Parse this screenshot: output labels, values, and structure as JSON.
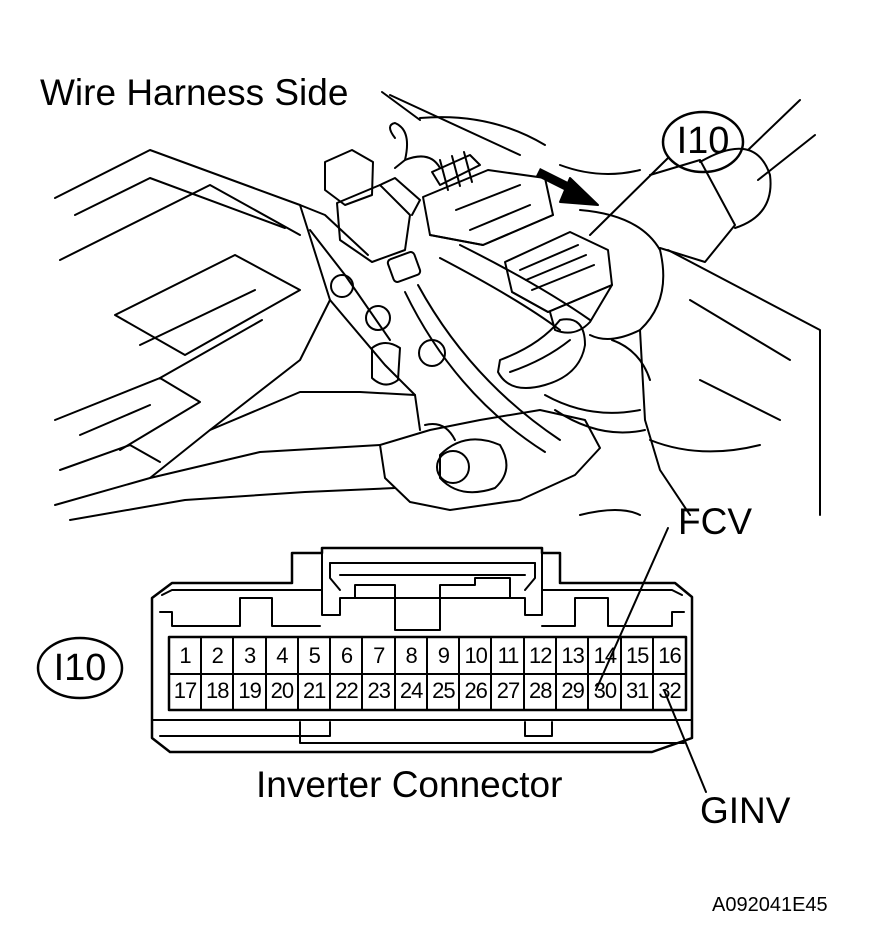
{
  "diagram": {
    "harness_side_label": "Wire Harness Side",
    "connector_code": "I10",
    "connector_name": "Inverter Connector",
    "figure_code": "A092041E45",
    "pin_rows": [
      [
        "1",
        "2",
        "3",
        "4",
        "5",
        "6",
        "7",
        "8",
        "9",
        "10",
        "11",
        "12",
        "13",
        "14",
        "15",
        "16"
      ],
      [
        "17",
        "18",
        "19",
        "20",
        "21",
        "22",
        "23",
        "24",
        "25",
        "26",
        "27",
        "28",
        "29",
        "30",
        "31",
        "32"
      ]
    ],
    "terminal_labels": [
      {
        "name": "FCV",
        "pin": 30
      },
      {
        "name": "GINV",
        "pin": 32
      }
    ]
  },
  "colors": {
    "line": "#000000",
    "background": "#ffffff"
  }
}
